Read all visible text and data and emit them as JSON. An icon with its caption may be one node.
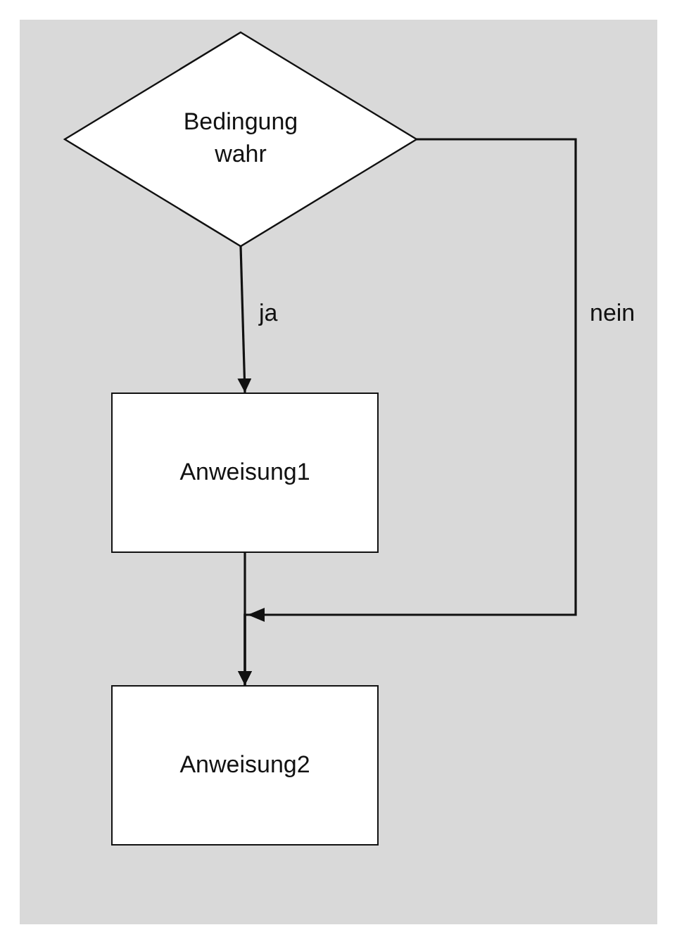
{
  "diagram": {
    "nodes": [
      {
        "text": [
          "Bedingung wahr"
        ]
      },
      {
        "text": [
          "Anweisung1"
        ]
      },
      {
        "text": [
          "Anweisung2"
        ]
      }
    ],
    "edges": [
      {
        "from": 0,
        "to": 1,
        "arrow": "to",
        "label": "ja"
      },
      {
        "from": 1,
        "to": 2,
        "arrow": "to"
      },
      {
        "from": 0,
        "to": 2,
        "arrow": "to",
        "label": "nein"
      }
    ]
  }
}
